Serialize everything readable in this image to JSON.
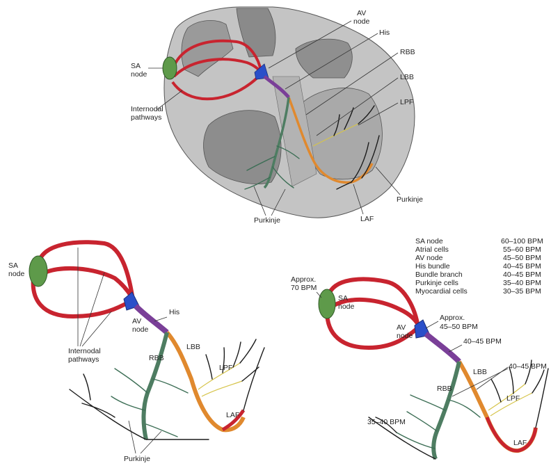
{
  "colors": {
    "red_pathway": "#c8242f",
    "sa_node": "#5e9a4a",
    "av_node": "#2a4fc9",
    "his_bundle": "#7a3f98",
    "left_branch": "#e0892e",
    "right_branch": "#4e7d62",
    "purkinje_fibers": "#1b1b1b",
    "lpf_fibers": "#d6c44a",
    "heart_tissue": "#bdbdbd"
  },
  "top_diagram": {
    "labels": {
      "sa_node": [
        "SA",
        "node"
      ],
      "internodal": [
        "Internodal",
        "pathways"
      ],
      "av_node": [
        "AV",
        "node"
      ],
      "his": "His",
      "rbb": "RBB",
      "lbb": "LBB",
      "lpf": "LPF",
      "purkinje_right": "Purkinje",
      "purkinje_bottom": "Purkinje",
      "laf": "LAF"
    }
  },
  "left_diagram": {
    "labels": {
      "sa_node": [
        "SA",
        "node"
      ],
      "av_node": [
        "AV",
        "node"
      ],
      "his": "His",
      "internodal": [
        "Internodal",
        "pathways"
      ],
      "lbb": "LBB",
      "rbb": "RBB",
      "lpf": "LPF",
      "laf": "LAF",
      "purkinje": "Purkinje"
    }
  },
  "right_diagram": {
    "rates": [
      {
        "site": "SA node",
        "rate": "60–100 BPM"
      },
      {
        "site": "Atrial cells",
        "rate": "55–60 BPM"
      },
      {
        "site": "AV node",
        "rate": "45–50 BPM"
      },
      {
        "site": "His bundle",
        "rate": "40–45 BPM"
      },
      {
        "site": "Bundle branch",
        "rate": "40–45 BPM"
      },
      {
        "site": "Purkinje cells",
        "rate": "35–40 BPM"
      },
      {
        "site": "Myocardial cells",
        "rate": "30–35 BPM"
      }
    ],
    "labels": {
      "approx_sa": [
        "Approx.",
        "70 BPM"
      ],
      "sa_node": [
        "SA",
        "node"
      ],
      "approx_av": [
        "Approx.",
        "45–50 BPM"
      ],
      "av_node": [
        "AV",
        "node"
      ],
      "his_rate": "40–45 BPM",
      "branch_rate": "40–45 BPM",
      "lbb": "LBB",
      "rbb": "RBB",
      "lpf": "LPF",
      "laf": "LAF",
      "purkinje_rate": "35–40 BPM"
    }
  }
}
